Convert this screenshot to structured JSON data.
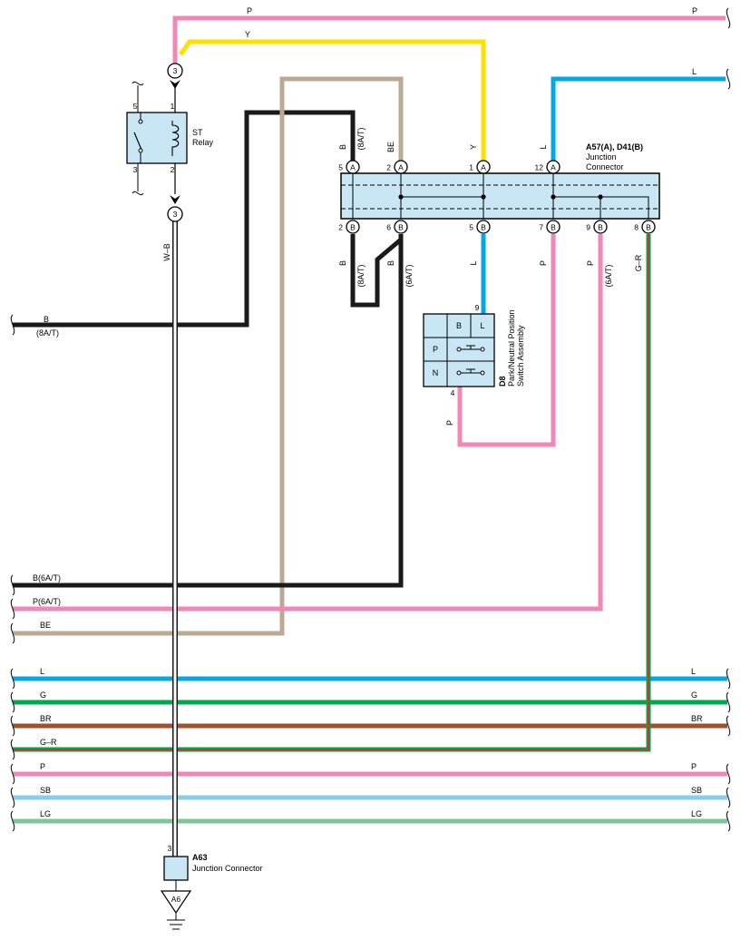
{
  "colors": {
    "P": "#f087b4",
    "Y": "#ffe000",
    "L": "#00a9e6",
    "B": "#1a1a1a",
    "BE": "#bba995",
    "G": "#00a650",
    "BR": "#a0522d",
    "SB": "#87cdec",
    "LG": "#7cc796",
    "GR_green": "#00a650",
    "GR_red": "#ee2222",
    "connector_fill": "#c9e6f4",
    "W_B_white": "#ffffff",
    "W_B_black": "#1a1a1a"
  },
  "top_wires": {
    "p_left": "P",
    "p_right": "P",
    "y": "Y",
    "l_right": "L"
  },
  "relay": {
    "name": "ST",
    "sub": "Relay",
    "pin1": "1",
    "pin2": "2",
    "pin3": "3",
    "pin5": "5",
    "top_conn": "3",
    "bottom_conn": "3"
  },
  "wb_label": "W–B",
  "junction": {
    "name": "A57(A), D41(B)",
    "sub1": "Junction",
    "sub2": "Connector",
    "top_pins": [
      {
        "num": "5",
        "id": "A",
        "wire": "B",
        "note": "(8A/T)"
      },
      {
        "num": "2",
        "id": "A",
        "wire": "BE",
        "note": ""
      },
      {
        "num": "1",
        "id": "A",
        "wire": "Y",
        "note": ""
      },
      {
        "num": "12",
        "id": "A",
        "wire": "L",
        "note": ""
      }
    ],
    "bottom_pins": [
      {
        "num": "2",
        "id": "B",
        "wire": "B",
        "note": "(8A/T)"
      },
      {
        "num": "6",
        "id": "B",
        "wire": "B",
        "note": "(6A/T)"
      },
      {
        "num": "5",
        "id": "B",
        "wire": "L",
        "note": ""
      },
      {
        "num": "7",
        "id": "B",
        "wire": "P",
        "note": ""
      },
      {
        "num": "9",
        "id": "B",
        "wire": "P",
        "note": "(6A/T)"
      },
      {
        "num": "8",
        "id": "B",
        "wire": "G–R",
        "note": ""
      }
    ]
  },
  "switch": {
    "code": "D8",
    "name1": "Park/Neutral Position",
    "name2": "Switch Assembly",
    "pin_top": "9",
    "pin_bottom": "4",
    "wire_bottom": "P",
    "col_b": "B",
    "col_l": "L",
    "row_p": "P",
    "row_n": "N"
  },
  "left_wires": {
    "b_8at": "B",
    "b_8at_note": "(8A/T)",
    "b_6at": "B(6A/T)",
    "p_6at": "P(6A/T)",
    "be": "BE"
  },
  "bus": [
    {
      "code": "L",
      "left": "L",
      "right": "L"
    },
    {
      "code": "G",
      "left": "G",
      "right": "G"
    },
    {
      "code": "BR",
      "left": "BR",
      "right": "BR"
    },
    {
      "code": "GR",
      "left": "G–R",
      "right": ""
    },
    {
      "code": "P",
      "left": "P",
      "right": "P"
    },
    {
      "code": "SB",
      "left": "SB",
      "right": "SB"
    },
    {
      "code": "LG",
      "left": "LG",
      "right": "LG"
    }
  ],
  "a63": {
    "pin": "3",
    "name": "A63",
    "sub": "Junction Connector",
    "ground": "A6"
  }
}
